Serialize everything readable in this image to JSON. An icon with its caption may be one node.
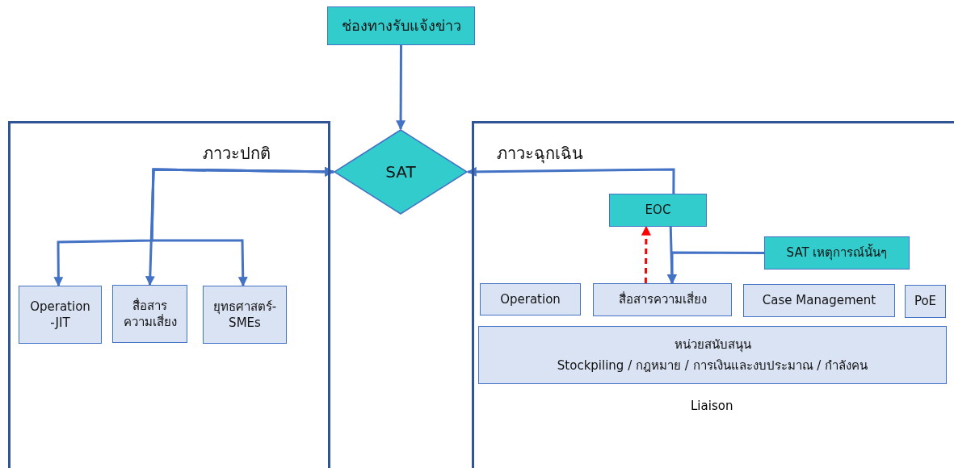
{
  "diagram": {
    "nodes": [
      {
        "text": [
          "ช่องทางรับแจ้งข่าว"
        ]
      },
      {
        "text": [
          "SAT"
        ]
      },
      {
        "text": [
          "ภาวะปกติ"
        ]
      },
      {
        "text": [
          "Operation -JIT"
        ],
        "in": 2
      },
      {
        "text": [
          "สื่อสาร ความเสี่ยง"
        ],
        "in": 2
      },
      {
        "text": [
          "ยุทธศาสตร์- SMEs"
        ],
        "in": 2
      },
      {
        "text": [
          "ภาวะฉุกเฉิน"
        ]
      },
      {
        "text": [
          "EOC"
        ],
        "in": 6
      },
      {
        "text": [
          "SAT เหตุการณ์นั้นๆ"
        ],
        "in": 6
      },
      {
        "text": [
          "Operation"
        ],
        "in": 6
      },
      {
        "text": [
          "สื่อสารความเสี่ยง"
        ],
        "in": 6
      },
      {
        "text": [
          "Case Management"
        ],
        "in": 6
      },
      {
        "text": [
          "PoE"
        ],
        "in": 6
      },
      {
        "text": [
          "หน่วยสนับสนุน",
          "Stockpiling / กฎหมาย / การเงินและงบประมาณ / กำลังคน"
        ],
        "in": 6
      }
    ],
    "edges": [
      {
        "from": 0,
        "to": 1,
        "arrow": "to"
      },
      {
        "from": 1,
        "to": 3,
        "arrow": "both"
      },
      {
        "from": 1,
        "to": 4,
        "arrow": "both"
      },
      {
        "from": 1,
        "to": 5,
        "arrow": "both"
      },
      {
        "from": 7,
        "to": 1,
        "arrow": "to"
      },
      {
        "from": 7,
        "to": 10,
        "arrow": "to"
      },
      {
        "from": 8,
        "to": 10,
        "arrow": "to"
      },
      {
        "from": 10,
        "to": 7,
        "arrow": "to",
        "style": "dashed",
        "color": "#ff0000"
      }
    ],
    "labels": [
      "Liaison"
    ]
  }
}
